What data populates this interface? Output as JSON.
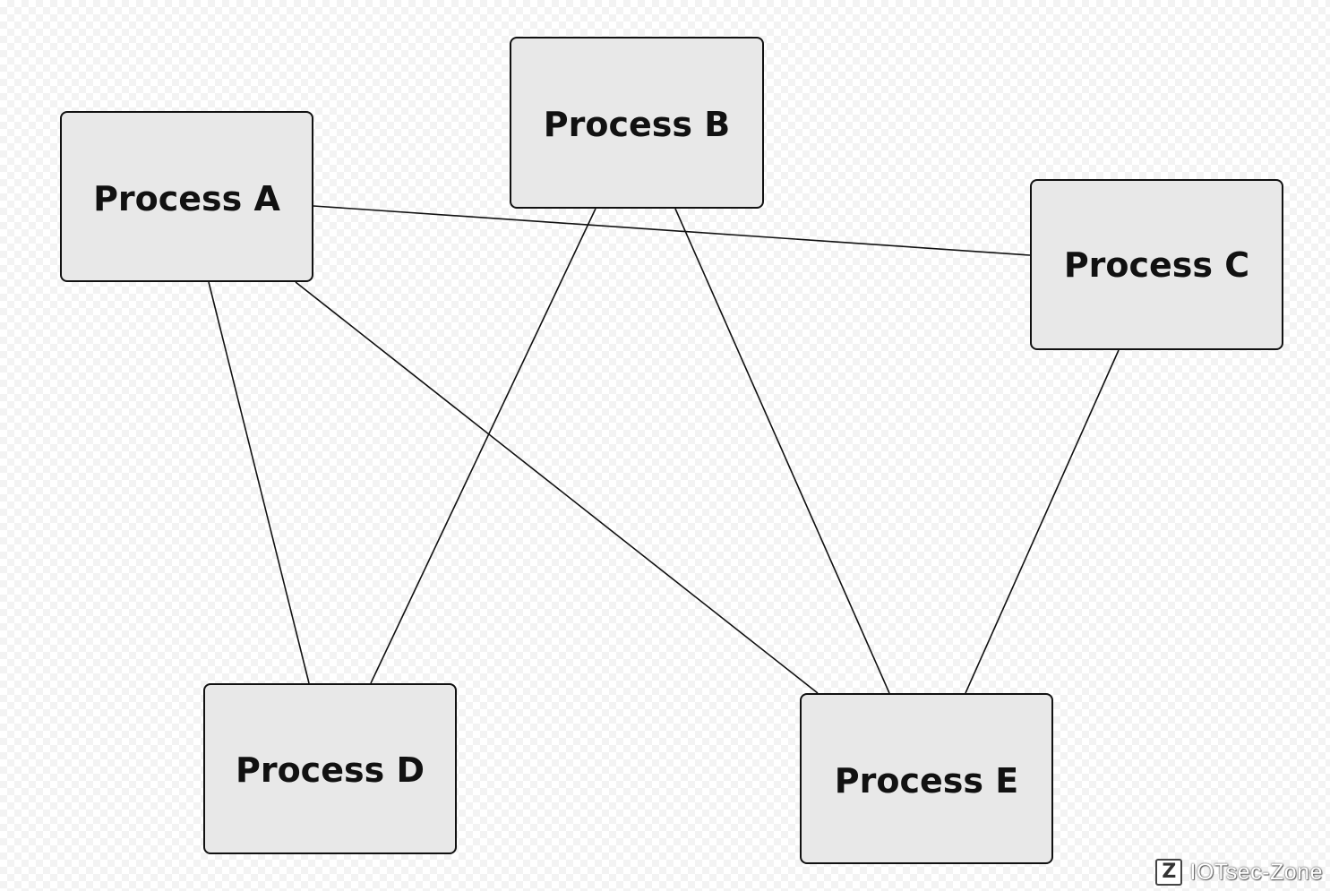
{
  "diagram": {
    "nodes": [
      {
        "id": "a",
        "label": "Process A"
      },
      {
        "id": "b",
        "label": "Process B"
      },
      {
        "id": "c",
        "label": "Process C"
      },
      {
        "id": "d",
        "label": "Process D"
      },
      {
        "id": "e",
        "label": "Process E"
      }
    ],
    "edges": [
      {
        "from": "a",
        "to": "c"
      },
      {
        "from": "a",
        "to": "d"
      },
      {
        "from": "a",
        "to": "e"
      },
      {
        "from": "b",
        "to": "d"
      },
      {
        "from": "b",
        "to": "e"
      },
      {
        "from": "c",
        "to": "e"
      }
    ],
    "colors": {
      "node_fill": "#e8e8e8",
      "node_border": "#111111",
      "edge": "#111111"
    }
  },
  "watermark": {
    "logo_letter": "Z",
    "text": "IOTsec-Zone"
  }
}
